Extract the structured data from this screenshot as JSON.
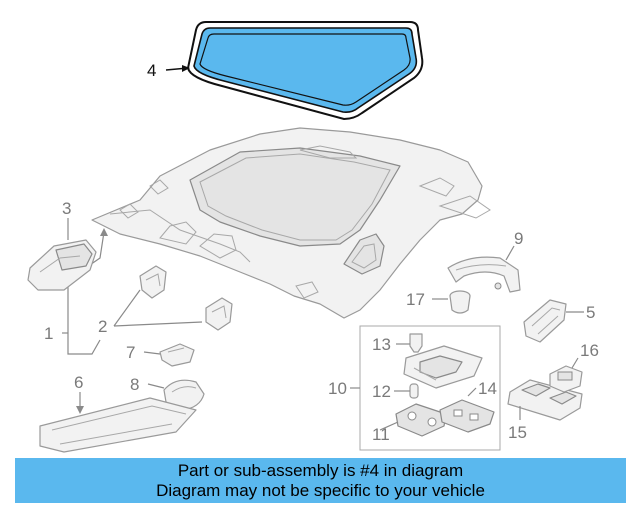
{
  "callouts": {
    "c1": "1",
    "c2": "2",
    "c3": "3",
    "c4": "4",
    "c5": "5",
    "c6": "6",
    "c7": "7",
    "c8": "8",
    "c9": "9",
    "c10": "10",
    "c11": "11",
    "c12": "12",
    "c13": "13",
    "c14": "14",
    "c15": "15",
    "c16": "16",
    "c17": "17"
  },
  "highlight": {
    "part_number": "4",
    "color": "#5ab8ee",
    "outline": "#111111"
  },
  "banner": {
    "line1": "Part or sub-assembly is #4 in diagram",
    "line2": "Diagram may not be specific to your vehicle",
    "color": "#5ab8ee"
  }
}
